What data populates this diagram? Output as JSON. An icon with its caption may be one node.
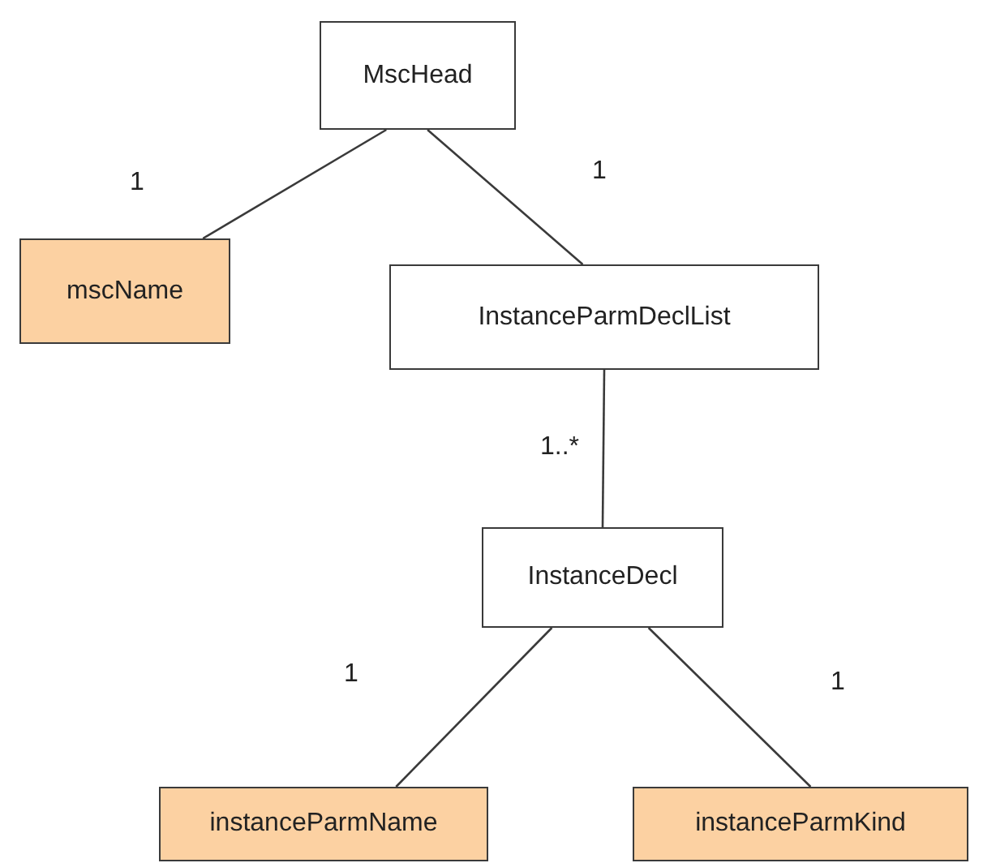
{
  "diagram": {
    "nodes": [
      {
        "text": [
          "MscHead"
        ]
      },
      {
        "text": [
          "mscName"
        ]
      },
      {
        "text": [
          "InstanceParmDeclList"
        ]
      },
      {
        "text": [
          "InstanceDecl"
        ]
      },
      {
        "text": [
          "instanceParmName"
        ]
      },
      {
        "text": [
          "instanceParmKind"
        ]
      }
    ],
    "edges": [
      {
        "from": 0,
        "to": 1,
        "arrow": "none"
      },
      {
        "from": 0,
        "to": 2,
        "arrow": "none"
      },
      {
        "from": 2,
        "to": 3,
        "arrow": "none"
      },
      {
        "from": 3,
        "to": 4,
        "arrow": "none"
      },
      {
        "from": 3,
        "to": 5,
        "arrow": "none"
      }
    ],
    "labels": [
      "1",
      "1",
      "1..*",
      "1",
      "1"
    ]
  }
}
